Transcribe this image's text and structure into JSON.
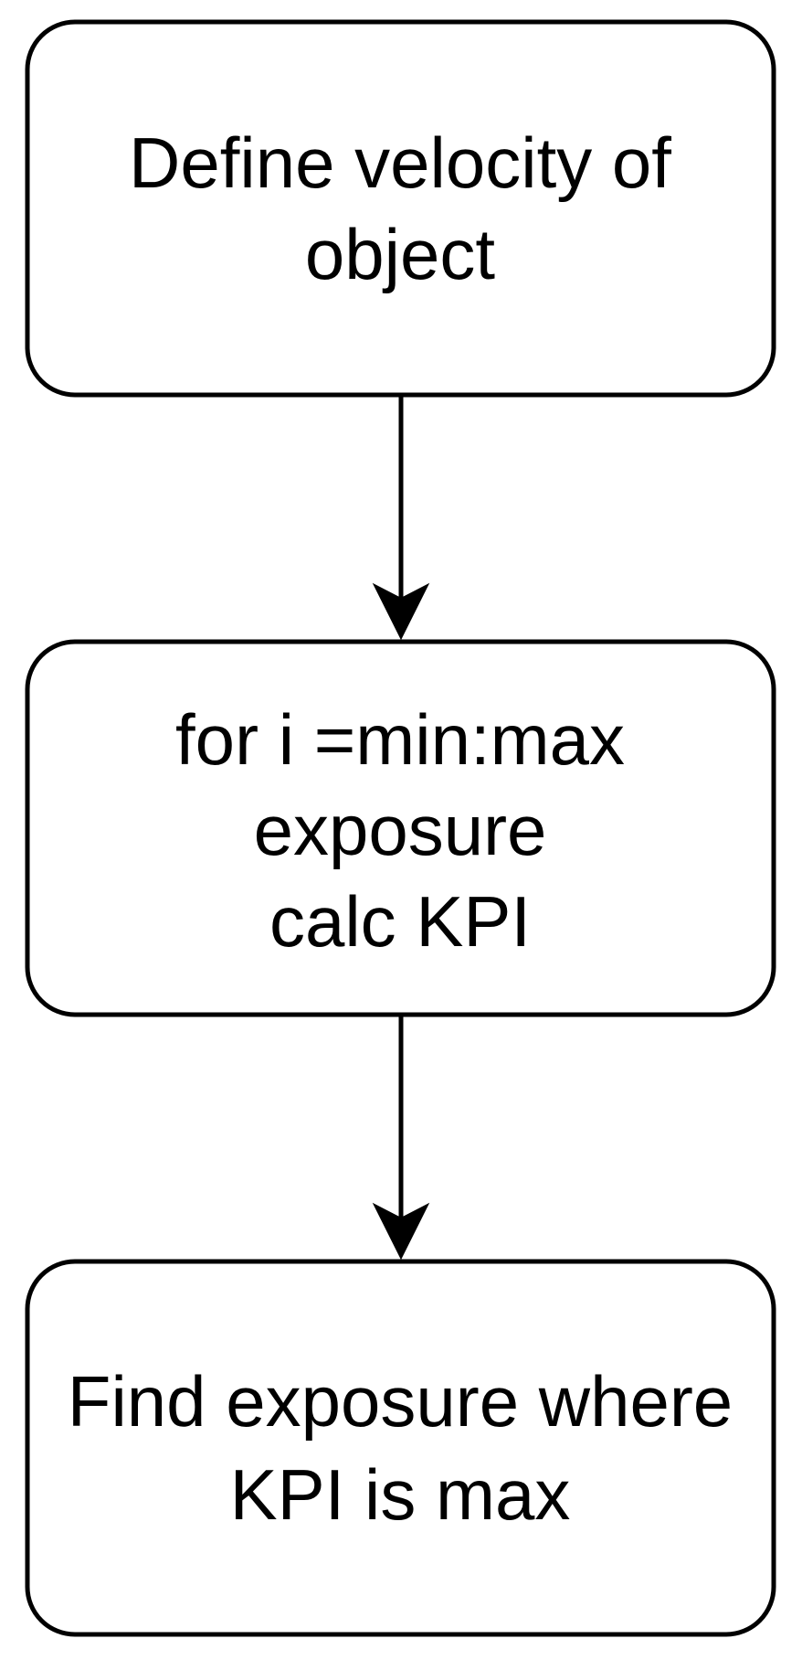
{
  "nodes": [
    {
      "lines": [
        "Define velocity of",
        "object"
      ]
    },
    {
      "lines": [
        "for i =min:max",
        "exposure",
        "calc KPI"
      ]
    },
    {
      "lines": [
        "Find exposure where",
        "KPI is max"
      ]
    }
  ],
  "colors": {
    "stroke": "#000000",
    "fill": "#ffffff",
    "text": "#000000"
  }
}
